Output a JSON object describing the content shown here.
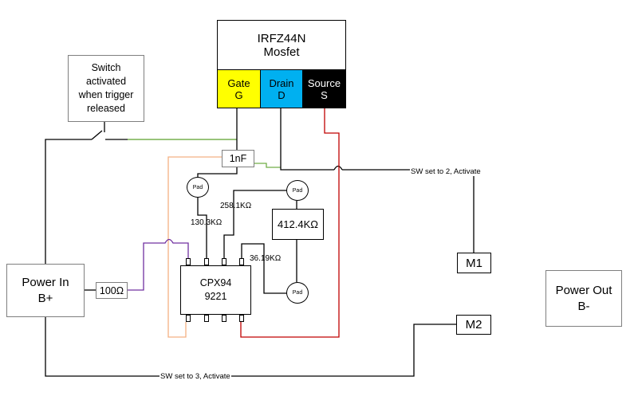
{
  "mosfet": {
    "title_line1": "IRFZ44N",
    "title_line2": "Mosfet",
    "gate": {
      "name": "Gate",
      "letter": "G",
      "color": "#ffff00"
    },
    "drain": {
      "name": "Drain",
      "letter": "D",
      "color": "#00b0f0"
    },
    "source": {
      "name": "Source",
      "letter": "S",
      "color": "#000000"
    }
  },
  "switch_box": {
    "line1": "Switch",
    "line2": "activated",
    "line3": "when trigger",
    "line4": "released"
  },
  "power_in": {
    "line1": "Power In",
    "line2": "B+"
  },
  "power_out": {
    "line1": "Power Out",
    "line2": "B-"
  },
  "resistor_100": "100Ω",
  "capacitor": "1nF",
  "chip": {
    "line1": "CPX94",
    "line2": "9221"
  },
  "resistors": {
    "r130": "130.3KΩ",
    "r258": "258.1KΩ",
    "r412": "412.4KΩ",
    "r36": "36.19KΩ"
  },
  "pads": {
    "label": "Pad"
  },
  "motors": {
    "m1": "M1",
    "m2": "M2"
  },
  "wire_labels": {
    "sw2": "SW set to 2, Activate",
    "sw3": "SW set to 3, Activate"
  },
  "colors": {
    "green_wire": "#70ad47",
    "orange_wire": "#f4b183",
    "purple_wire": "#7030a0",
    "red_wire": "#c00000"
  }
}
